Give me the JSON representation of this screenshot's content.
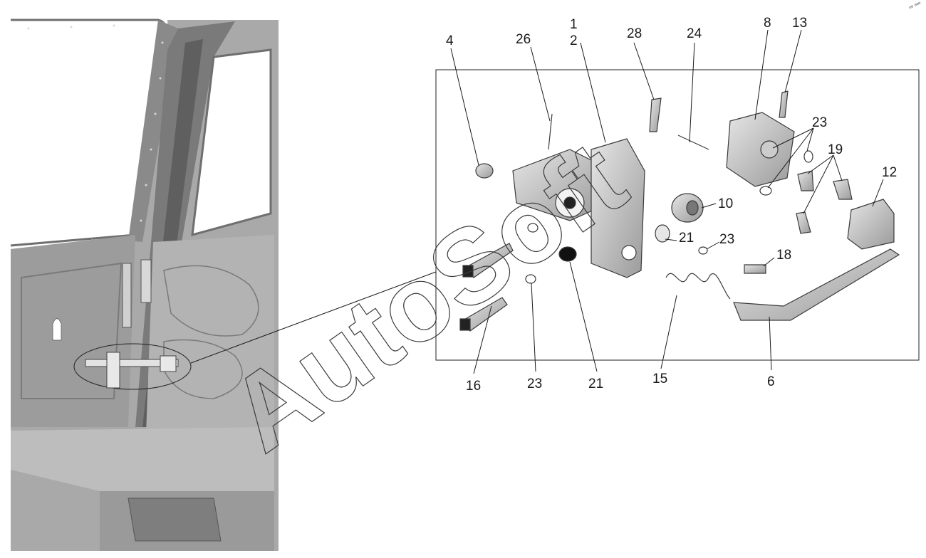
{
  "watermark": "AutoSoft",
  "corner_mark": "ᵉᵒ ᵉᵒᵒ",
  "callouts": [
    {
      "id": "4",
      "label": "4"
    },
    {
      "id": "26",
      "label": "26"
    },
    {
      "id": "1",
      "label": "1"
    },
    {
      "id": "2",
      "label": "2"
    },
    {
      "id": "28",
      "label": "28"
    },
    {
      "id": "24",
      "label": "24"
    },
    {
      "id": "8",
      "label": "8"
    },
    {
      "id": "13",
      "label": "13"
    },
    {
      "id": "23a",
      "label": "23"
    },
    {
      "id": "19",
      "label": "19"
    },
    {
      "id": "12",
      "label": "12"
    },
    {
      "id": "10",
      "label": "10"
    },
    {
      "id": "21a",
      "label": "21"
    },
    {
      "id": "23b",
      "label": "23"
    },
    {
      "id": "18",
      "label": "18"
    },
    {
      "id": "16",
      "label": "16"
    },
    {
      "id": "23c",
      "label": "23"
    },
    {
      "id": "21b",
      "label": "21"
    },
    {
      "id": "15",
      "label": "15"
    },
    {
      "id": "6",
      "label": "6"
    }
  ]
}
